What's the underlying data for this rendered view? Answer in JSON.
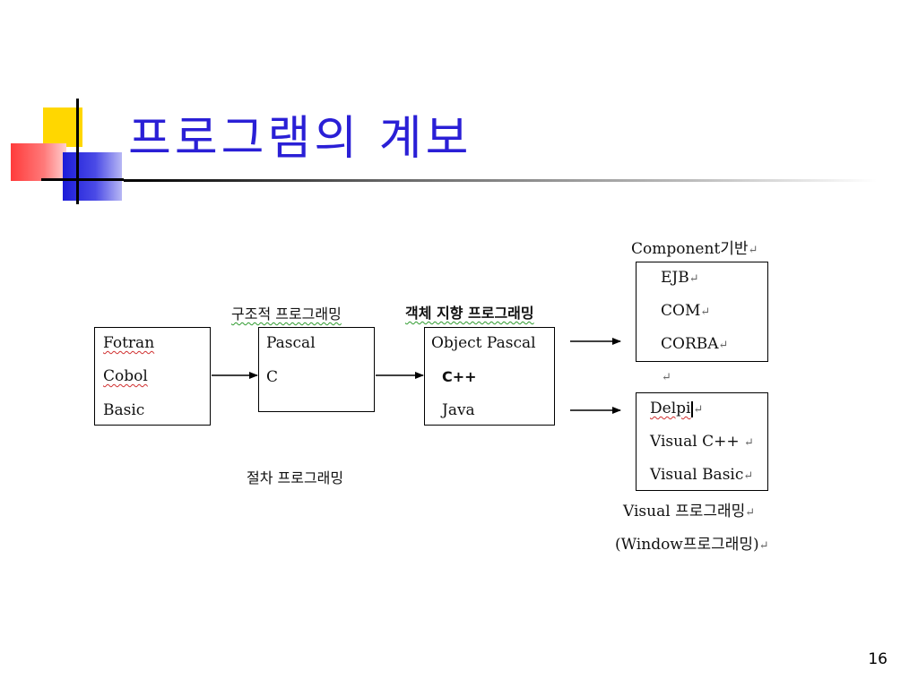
{
  "slide": {
    "title": "프로그램의 계보",
    "page_number": "16"
  },
  "diagram": {
    "labels": {
      "structured": "구조적 프로그래밍",
      "object_oriented": "객체 지향 프로그래밍",
      "procedural": "절차 프로그래밍",
      "component": "Component기반",
      "visual": "Visual 프로그래밍",
      "window": "(Window프로그래밍)"
    },
    "procedural_langs": [
      "Fotran",
      "Cobol",
      "Basic"
    ],
    "structured_langs": [
      "Pascal",
      "C"
    ],
    "oop_langs": [
      "Object Pascal",
      "C++",
      "Java"
    ],
    "component_techs": [
      "EJB",
      "COM",
      "CORBA"
    ],
    "visual_tools": [
      "Delpi",
      "Visual C++",
      "Visual Basic"
    ],
    "paragraph_mark": "↵"
  }
}
